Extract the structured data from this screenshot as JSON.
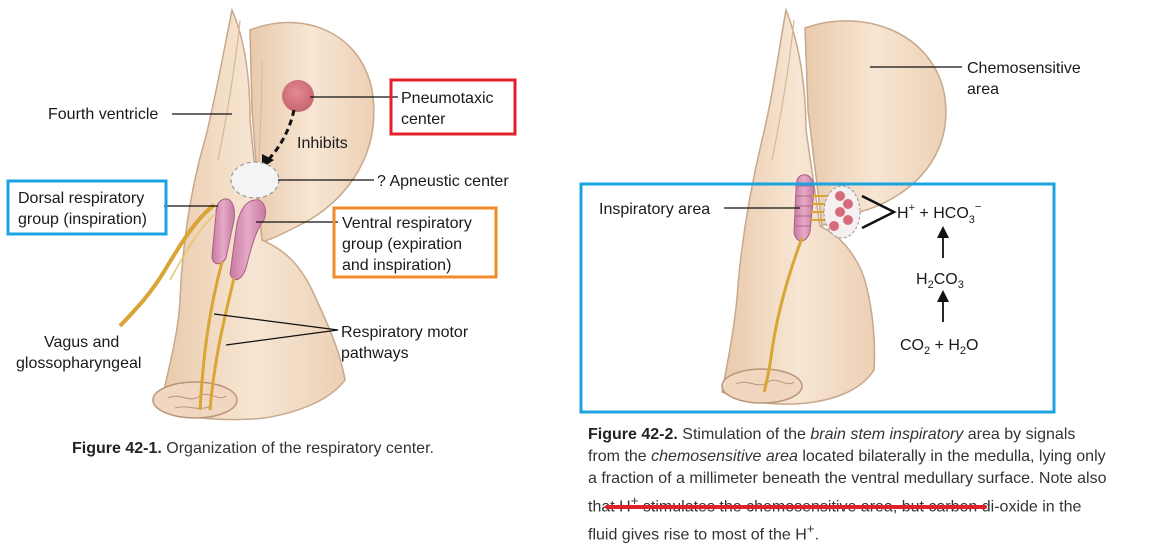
{
  "figure1": {
    "labels": {
      "fourth_ventricle": "Fourth ventricle",
      "pneumotaxic_line1": "Pneumotaxic",
      "pneumotaxic_line2": "center",
      "inhibits": "Inhibits",
      "apneustic": "? Apneustic center",
      "dorsal_line1": "Dorsal respiratory",
      "dorsal_line2": "group (inspiration)",
      "ventral_line1": "Ventral respiratory",
      "ventral_line2": "group (expiration",
      "ventral_line3": "and inspiration)",
      "vagus_line1": "Vagus and",
      "vagus_line2": "glossopharyngeal",
      "motor_line1": "Respiratory motor",
      "motor_line2": "pathways"
    },
    "caption": {
      "number": "Figure 42-1.",
      "text": "Organization of the respiratory center."
    }
  },
  "figure2": {
    "labels": {
      "chemo_line1": "Chemosensitive",
      "chemo_line2": "area",
      "inspiratory_area": "Inspiratory area",
      "hplus": "H",
      "hplus_sup": "+",
      "hco3": " + HCO",
      "hco3_sub": "3",
      "hco3_sup": "−",
      "h2co3_a": "H",
      "h2co3_sub1": "2",
      "h2co3_b": "CO",
      "h2co3_sub2": "3",
      "co2_a": "CO",
      "co2_sub": "2",
      "co2_b": " + H",
      "h2o_sub": "2",
      "h2o_b": "O"
    },
    "caption": {
      "number": "Figure 42-2.",
      "p1": "Stimulation of the",
      "i1": "brain stem inspiratory",
      "p2": "area by signals from the",
      "i2": "chemosensitive area",
      "p3": "located bilaterally in the medulla, lying only a fraction of a millimeter beneath the ventral medullary surface. Note",
      "u1": "also that H",
      "u1_sup": "+",
      "u2": " stimulates the chemosensitive area",
      "p4": ", but carbon di-oxide in the fluid gives rise to most of the H",
      "p4_sup": "+",
      "p5": "."
    }
  },
  "colors": {
    "red_box": "#e0202a",
    "blue_box": "#1aa3e0",
    "orange_box": "#f08a2a",
    "tissue": "#f3dcc4",
    "tissue_edge": "#c8a88c",
    "nucleus": "#d88ab0",
    "nerve": "#d9a534",
    "pneumotaxic": "#cf6f7a"
  }
}
